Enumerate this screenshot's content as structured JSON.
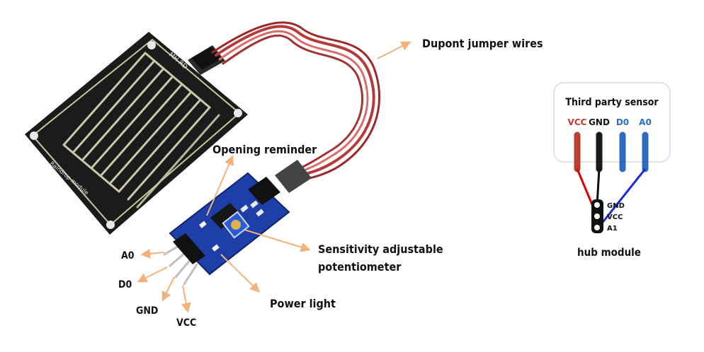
{
  "labels": {
    "dupont": "Dupont jumper wires",
    "opening_reminder": "Opening reminder",
    "sensitivity_line1": "Sensitivity adjustable",
    "sensitivity_line2": "potentiometer",
    "power_light": "Power light",
    "pin_a0": "A0",
    "pin_d0": "D0",
    "pin_gnd": "GND",
    "pin_vcc": "VCC"
  },
  "sensor_board": {
    "silk_top": "MH-RD",
    "silk_bottom": "Raindrop module"
  },
  "third_party": {
    "title": "Third party sensor",
    "pins": [
      {
        "label": "VCC",
        "color": "#c0392b"
      },
      {
        "label": "GND",
        "color": "#111111"
      },
      {
        "label": "D0",
        "color": "#2a6fc9"
      },
      {
        "label": "A0",
        "color": "#2a6fc9"
      }
    ]
  },
  "hub": {
    "caption": "hub module",
    "pins": [
      "GND",
      "VCC",
      "A1"
    ]
  },
  "colors": {
    "arrow": "#f4b27a",
    "wire_red": "#e00000",
    "wire_blue": "#1a2ad6",
    "module_blue": "#1f3fa8"
  }
}
